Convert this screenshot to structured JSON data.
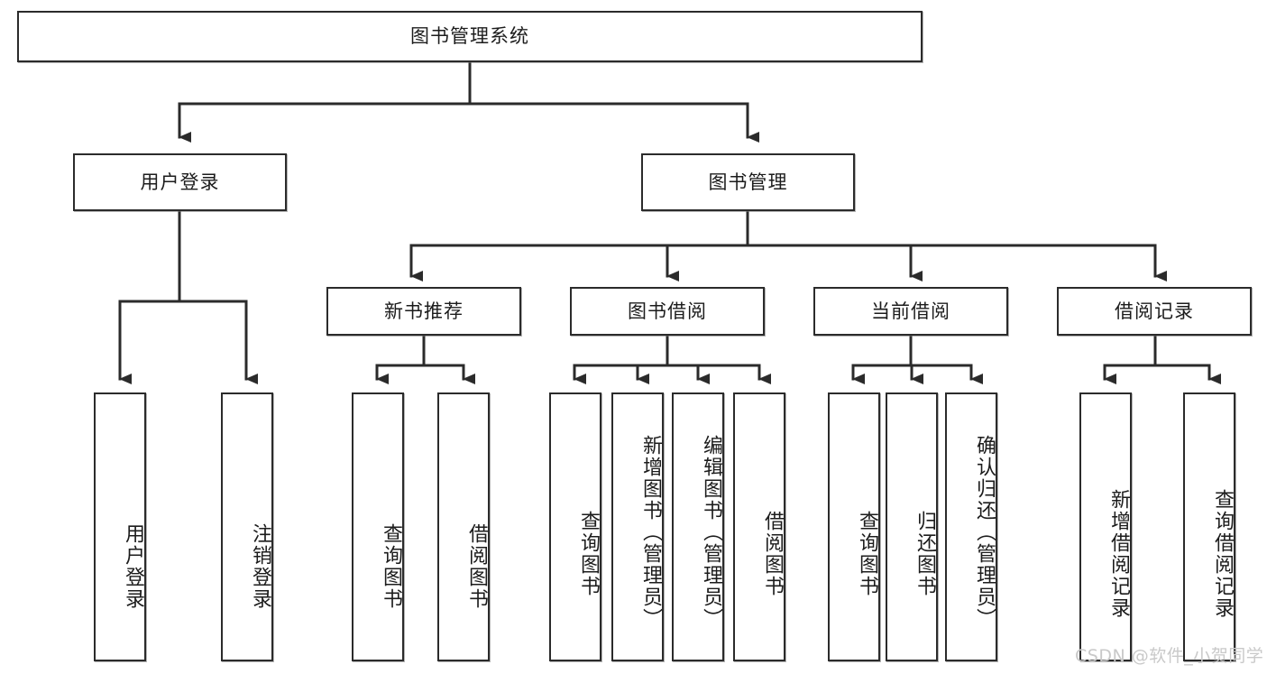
{
  "diagram": {
    "title_node": {
      "label": "图书管理系统"
    },
    "level2": [
      {
        "label": "用户登录"
      },
      {
        "label": "图书管理"
      }
    ],
    "level3": [
      {
        "label": "新书推荐"
      },
      {
        "label": "图书借阅"
      },
      {
        "label": "当前借阅"
      },
      {
        "label": "借阅记录"
      }
    ],
    "leaves": {
      "user_login": [
        {
          "label": "用户登录"
        },
        {
          "label": "注销登录"
        }
      ],
      "new_book_recommend": [
        {
          "label": "查询图书"
        },
        {
          "label": "借阅图书"
        }
      ],
      "book_borrow": [
        {
          "label": "查询图书"
        },
        {
          "label": "新增图书（管理员）"
        },
        {
          "label": "编辑图书（管理员）"
        },
        {
          "label": "借阅图书"
        }
      ],
      "current_borrow": [
        {
          "label": "查询图书"
        },
        {
          "label": "归还图书"
        },
        {
          "label": "确认归还（管理员）"
        }
      ],
      "borrow_records": [
        {
          "label": "新增借阅记录"
        },
        {
          "label": "查询借阅记录"
        }
      ]
    }
  },
  "watermark": {
    "text": "CSDN @软件_小贺同学"
  },
  "colors": {
    "stroke": "#2b2b2b",
    "background": "#ffffff",
    "text": "#1c1c1c",
    "watermark": "#c9c9c9"
  }
}
